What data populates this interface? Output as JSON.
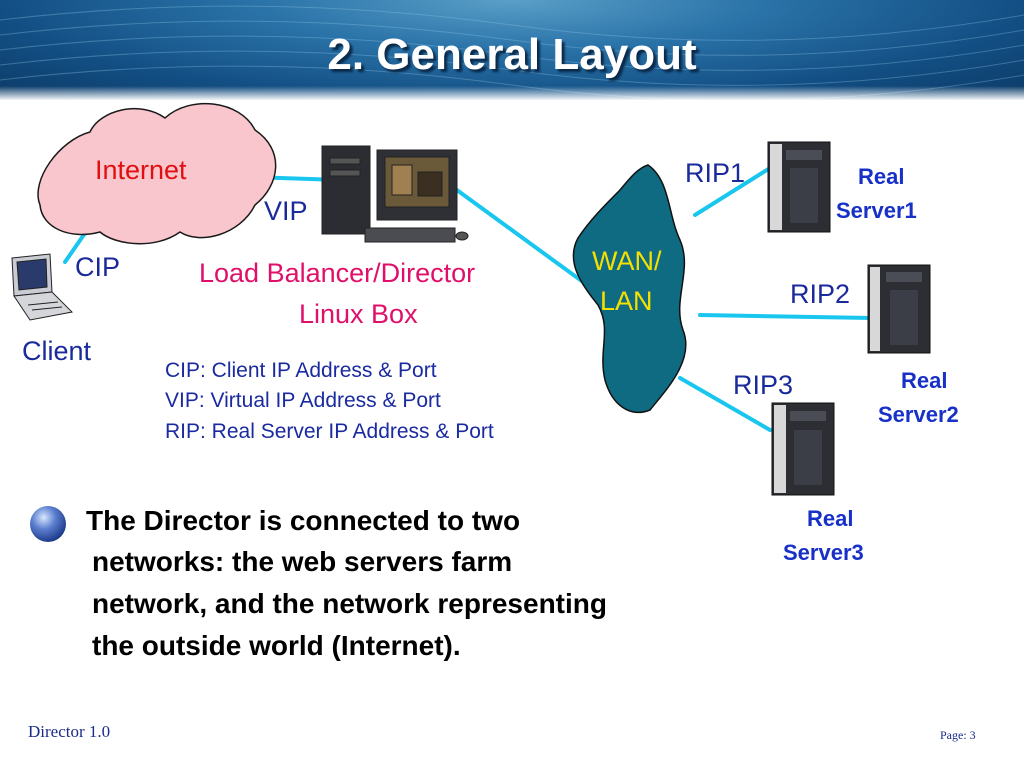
{
  "slide": {
    "title": "2. General Layout"
  },
  "diagram": {
    "internet_label": "Internet",
    "client_label": "Client",
    "cip_label": "CIP",
    "vip_label": "VIP",
    "director_label_line1": "Load Balancer/Director",
    "director_label_line2": "Linux Box",
    "wan_label_line1": "WAN/",
    "wan_label_line2": "LAN",
    "rip1_label": "RIP1",
    "rip2_label": "RIP2",
    "rip3_label": "RIP3",
    "server1_line1": "Real",
    "server1_line2": "Server1",
    "server2_line1": "Real",
    "server2_line2": "Server2",
    "server3_line1": "Real",
    "server3_line2": "Server3"
  },
  "legend": [
    "CIP: Client IP Address & Port",
    "VIP: Virtual IP Address & Port",
    "RIP: Real Server IP Address & Port"
  ],
  "bullet": {
    "lines": [
      "The Director is connected to two",
      "networks:  the web servers farm",
      "network, and the network representing",
      "the outside world (Internet)."
    ]
  },
  "footer": {
    "left": "Director 1.0",
    "right": "Page: 3"
  },
  "colors": {
    "link_line": "#19c6ee",
    "cloud_fill": "#f8c6cc",
    "wan_fill": "#0f6b82",
    "wan_text": "#f5e000"
  }
}
